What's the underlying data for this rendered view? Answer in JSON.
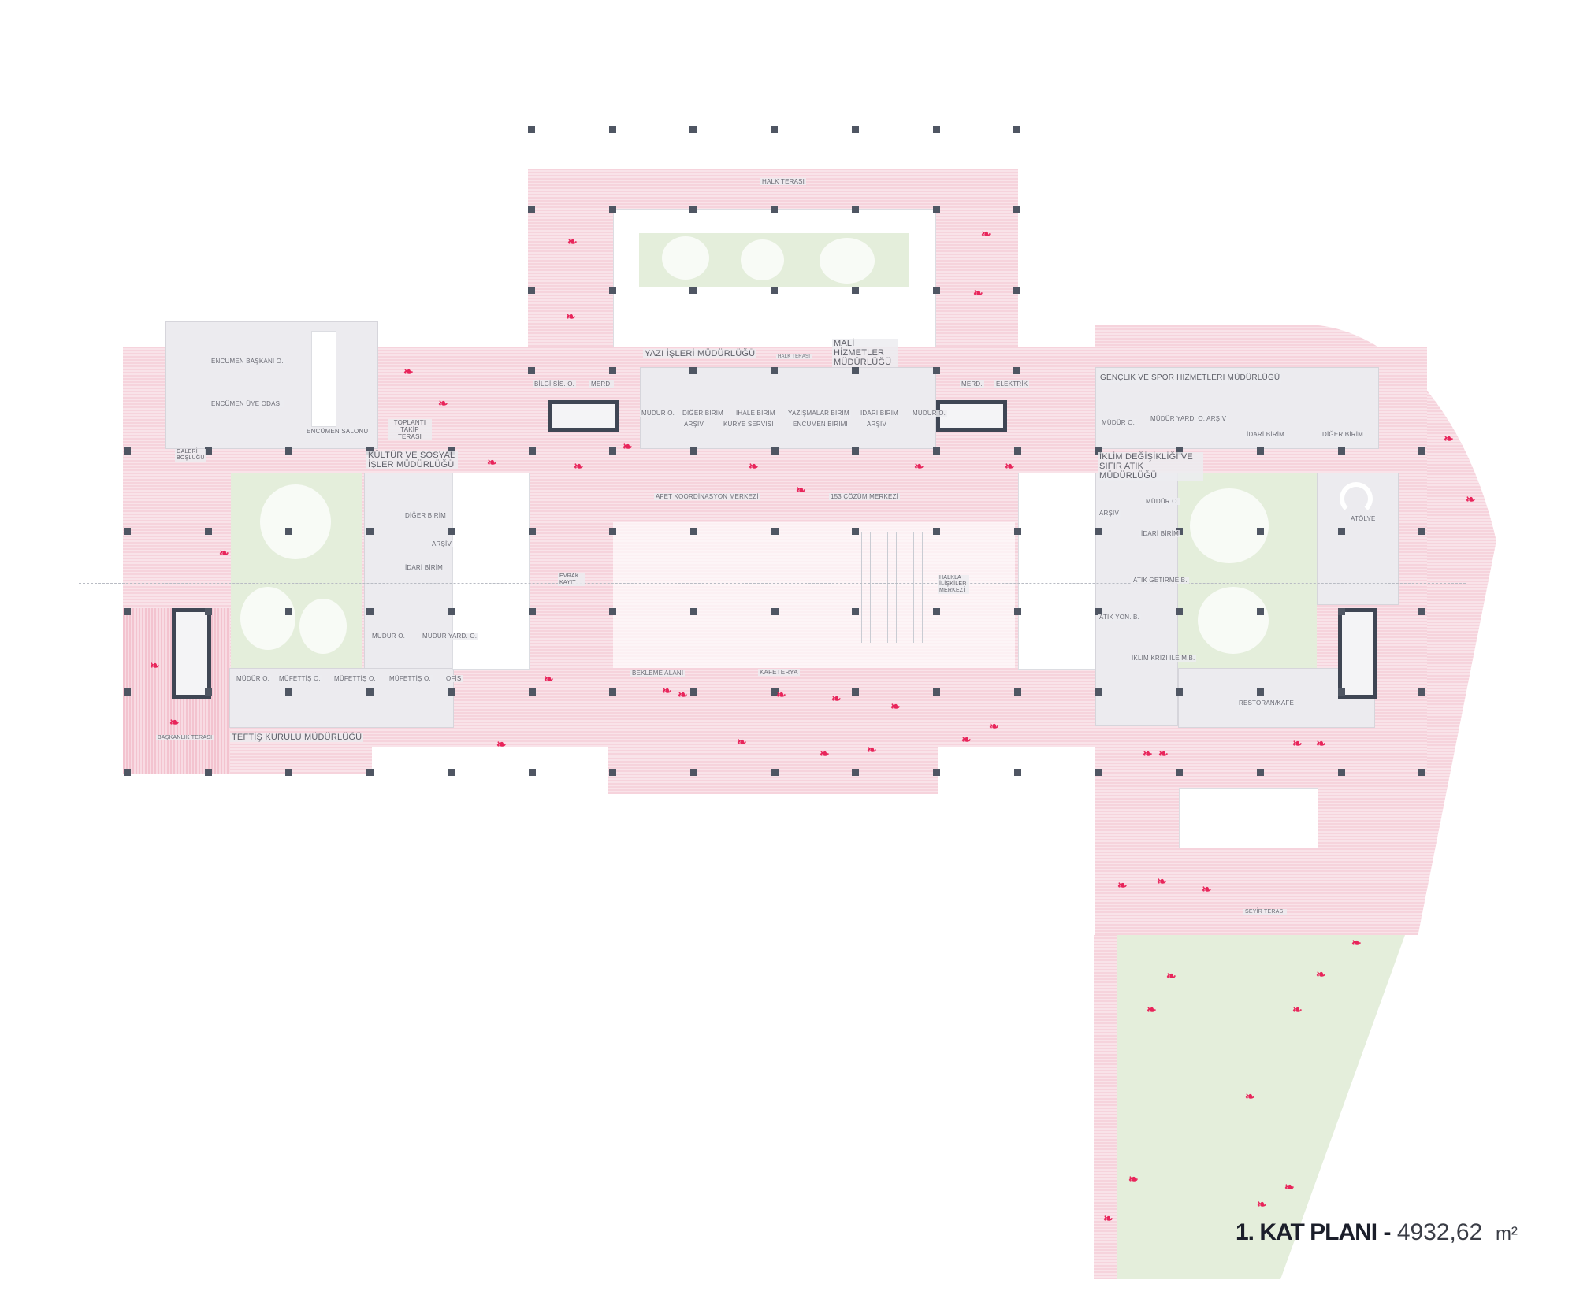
{
  "plan_title": {
    "name": "1. KAT PLANI",
    "separator": "-",
    "area_value": "4932,62",
    "area_unit": "m²"
  },
  "terraces": {
    "halk_terasi": "HALK TERASI",
    "toplanti_takip_terasi": "TOPLANTI TAKİP TERASI",
    "baskanlik_terasi": "BAŞKANLIK TERASI",
    "seyir_terasi": "SEYİR TERASI",
    "galeri_boslugu": "GALERİ BOŞLUĞU"
  },
  "encumen": {
    "baskani": "ENCÜMEN BAŞKANI O.",
    "uye_odasi": "ENCÜMEN ÜYE ODASI",
    "salonu": "ENCÜMEN SALONU"
  },
  "kultur": {
    "title": "KÜLTÜR VE SOSYAL İŞLER MÜDÜRLÜĞÜ",
    "rooms": [
      "DİĞER BİRİM",
      "ARŞİV",
      "İDARİ BİRİM",
      "MÜDÜR O.",
      "MÜDÜR YARD. O."
    ]
  },
  "teftis": {
    "title": "TEFTİŞ KURULU MÜDÜRLÜĞÜ",
    "rooms": [
      "MÜDÜR O.",
      "MÜFETTİŞ O.",
      "MÜFETTİŞ O.",
      "MÜFETTİŞ O.",
      "OFİS"
    ]
  },
  "yazi_isleri": {
    "title": "YAZI İŞLERİ MÜDÜRLÜĞÜ",
    "cores": [
      "BİLGİ SİS. O.",
      "MERD."
    ],
    "rooms_row1": [
      "MÜDÜR O.",
      "DİĞER BİRİM",
      "İHALE BİRİM",
      "YAZIŞMALAR BİRİM",
      "İDARİ BİRİM",
      "MÜDÜR O."
    ],
    "rooms_row2": [
      "ARŞİV",
      "KURYE SERVİSİ",
      "ENCÜMEN BİRİMİ",
      "ARŞİV"
    ]
  },
  "mali_hizmetler": {
    "title": "MALİ HİZMETLER MÜDÜRLÜĞÜ",
    "cores": [
      "MERD.",
      "ELEKTRİK"
    ]
  },
  "genclik": {
    "title": "GENÇLİK VE SPOR HİZMETLERİ MÜDÜRLÜĞÜ",
    "rooms": [
      "MÜDÜR O.",
      "MÜDÜR YARD. O.  ARŞİV",
      "İDARİ BİRİM",
      "DİĞER BİRİM"
    ]
  },
  "iklim": {
    "title": "İKLİM DEĞİŞİKLİĞİ VE SIFIR ATIK MÜDÜRLÜĞÜ",
    "rooms": [
      "ARŞİV",
      "MÜDÜR O.",
      "İDARİ BİRİM",
      "ATIK GETİRME B.",
      "ATIK YÖN. B.",
      "İKLİM KRİZİ İLE M.B."
    ]
  },
  "center": {
    "afet": "AFET KOORDİNASYON MERKEZİ",
    "cozum": "153 ÇÖZÜM MERKEZİ",
    "evrak": "EVRAK KAYIT",
    "halkla": "HALKLA İLİŞKİLER MERKEZİ",
    "bekleme": "BEKLEME ALANI",
    "kafeterya": "KAFETERYA"
  },
  "east": {
    "atolye": "ATÖLYE",
    "restoran": "RESTORAN/KAFE"
  },
  "colors": {
    "circulation_pink": "#f6d3dc",
    "office_gray": "#ecebef",
    "courtyard_green": "#e4eedb",
    "people_accent": "#e8245a",
    "column": "#4f5663",
    "title": "#1b1e2a"
  }
}
